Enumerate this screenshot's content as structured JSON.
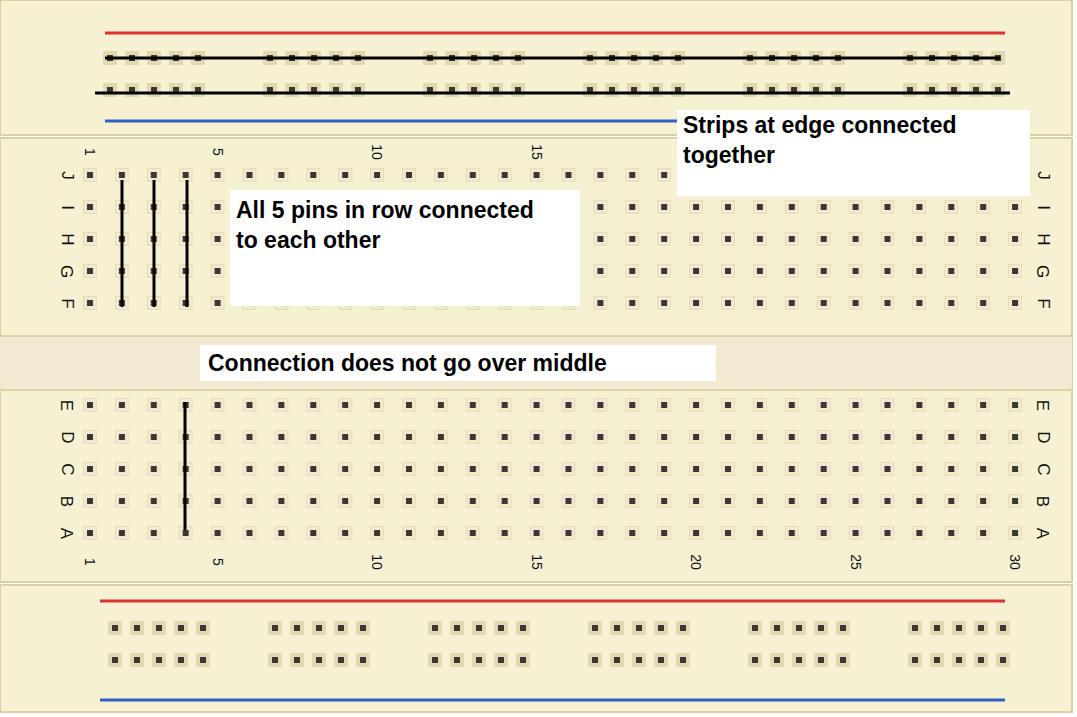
{
  "diagram": {
    "nodes": [
      {
        "text": [
          "Strips at edge connected together"
        ]
      },
      {
        "text": [
          "All 5 pins in row connected to each other"
        ]
      },
      {
        "text": [
          "Connection does not go over middle"
        ]
      }
    ],
    "labels": [
      "1",
      "5",
      "10",
      "15",
      "J",
      "I",
      "H",
      "G",
      "F",
      "J",
      "I",
      "H",
      "G",
      "F",
      "E",
      "D",
      "C",
      "B",
      "A",
      "E",
      "D",
      "C",
      "B",
      "A",
      "1",
      "5",
      "10",
      "15",
      "20",
      "25",
      "30"
    ]
  }
}
